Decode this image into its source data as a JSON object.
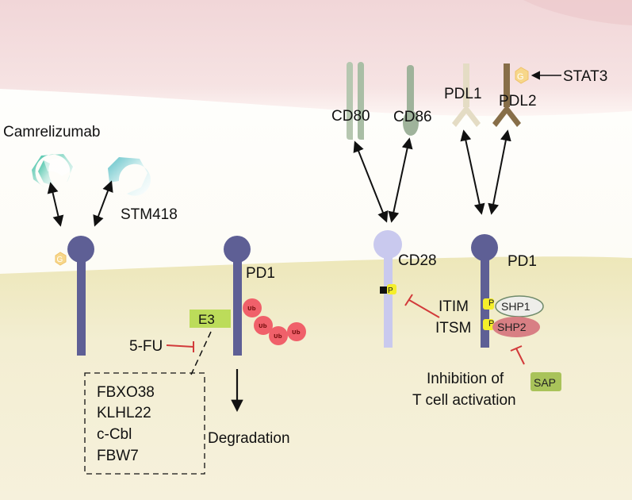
{
  "labels": {
    "camrelizumab": "Camrelizumab",
    "stm418": "STM418",
    "pd1_left": "PD1",
    "e3": "E3",
    "five_fu": "5-FU",
    "ub": "Ub",
    "degradation": "Degradation",
    "e3_ligases": [
      "FBXO38",
      "KLHL22",
      "c-Cbl",
      "FBW7"
    ],
    "cd80": "CD80",
    "cd86": "CD86",
    "pdl1": "PDL1",
    "pdl2": "PDL2",
    "stat3": "STAT3",
    "g": "G",
    "cd28": "CD28",
    "p": "P",
    "pd1_right": "PD1",
    "itim": "ITIM",
    "itsm": "ITSM",
    "shp1": "SHP1",
    "shp2": "SHP2",
    "sap": "SAP",
    "inhibition_line1": "Inhibition of",
    "inhibition_line2": "T cell activation"
  },
  "colors": {
    "receptor": "#5e5f95",
    "receptor_light": "#c9c9ee",
    "membrane": "#efeccb",
    "cell_top": "#f2d9da",
    "ubiquitin": "#f0606a",
    "e3": "#bcdc5a",
    "sap": "#a9c35a",
    "phospho": "#f4ee2a",
    "inhibit": "#d23a3a",
    "glyco": "#f7d78a"
  }
}
